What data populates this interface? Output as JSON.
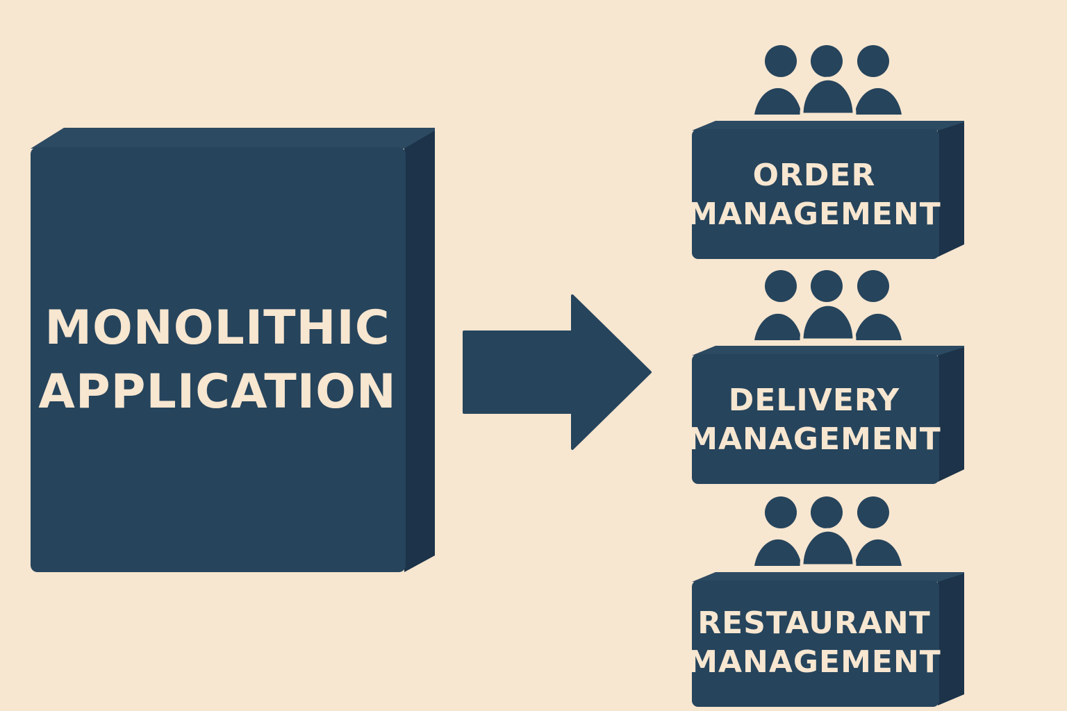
{
  "colors": {
    "background": "#f7e6d0",
    "block_front": "#26445c",
    "block_top": "#2c4a62",
    "block_side": "#1c3349",
    "text": "#f7e6d0"
  },
  "monolith": {
    "line1": "MONOLITHIC",
    "line2": "APPLICATION"
  },
  "arrow": {
    "icon": "right-arrow-icon"
  },
  "services": [
    {
      "line1": "ORDER",
      "line2": "MANAGEMENT",
      "team_icon": "team-icon"
    },
    {
      "line1": "DELIVERY",
      "line2": "MANAGEMENT",
      "team_icon": "team-icon"
    },
    {
      "line1": "RESTAURANT",
      "line2": "MANAGEMENT",
      "team_icon": "team-icon"
    }
  ]
}
